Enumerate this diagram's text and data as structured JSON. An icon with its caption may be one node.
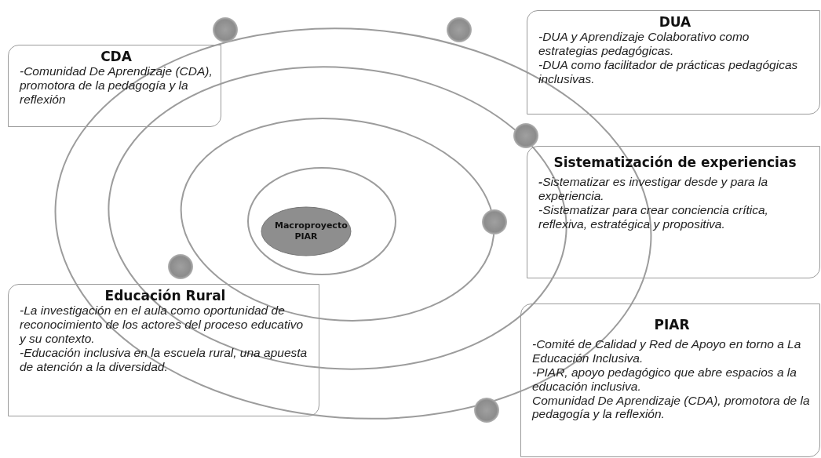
{
  "diagram": {
    "nodes": [
      {
        "text": [
          "CDA",
          "-Comunidad De Aprendizaje (CDA), promotora de la pedagogía y la reflexión"
        ]
      },
      {
        "text": [
          "DUA",
          "-DUA y Aprendizaje Colaborativo como estrategias pedagógicas.",
          "-DUA como facilitador de prácticas pedagógicas inclusivas."
        ]
      },
      {
        "text": [
          "Sistematización de experiencias",
          "**-**Sistematizar es investigar desde y para la experiencia.",
          "-Sistematizar para crear conciencia crítica, reflexiva, estratégica y propositiva."
        ]
      },
      {
        "text": [
          "Macroproyecto PIAR"
        ]
      },
      {
        "text": [
          "Educación Rural",
          "-La investigación en el aula como oportunidad de reconocimiento de los actores del proceso educativo y su contexto.",
          "-Educación inclusiva en la escuela rural, una apuesta de atención a la diversidad."
        ]
      },
      {
        "text": [
          "PIAR",
          "-Comité de Calidad y Red de Apoyo en torno a La Educación Inclusiva.",
          "-PIAR, apoyo pedagógico que abre espacios a la educación inclusiva.",
          "Comunidad De Aprendizaje (CDA), promotora de la pedagogía y la reflexión."
        ]
      }
    ]
  }
}
